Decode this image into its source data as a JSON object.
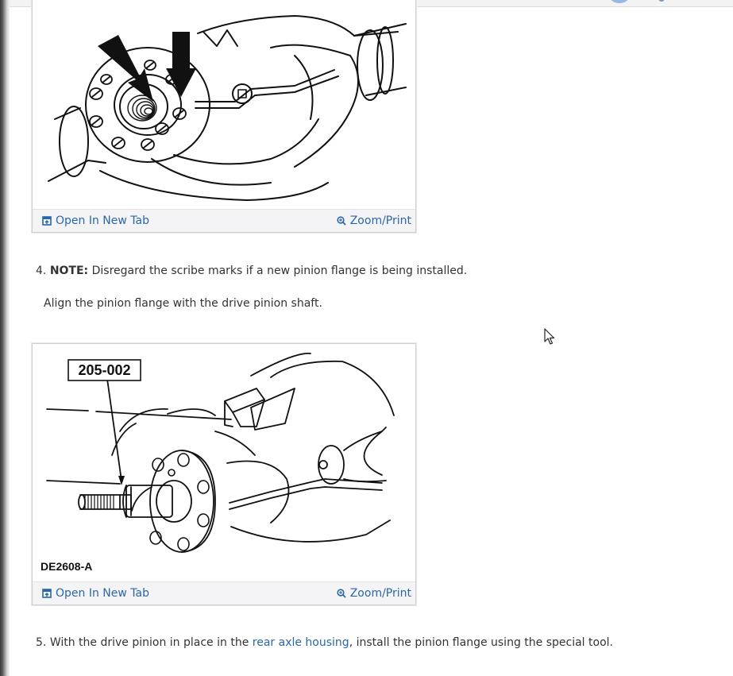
{
  "figures": [
    {
      "open_label": "Open In New Tab",
      "zoom_label": "Zoom/Print"
    },
    {
      "callout_label": "205-002",
      "figure_code": "DE2608-A",
      "open_label": "Open In New Tab",
      "zoom_label": "Zoom/Print"
    }
  ],
  "steps": [
    {
      "number": "4.",
      "note_label": "NOTE:",
      "note_text": "Disregard the scribe marks if a new pinion flange is being installed.",
      "instruction": "Align the pinion flange with the drive pinion shaft."
    },
    {
      "number": "5.",
      "text_before": "With the drive pinion in place in the",
      "link_text": "rear axle housing",
      "text_after": ", install the pinion flange using the special tool."
    }
  ],
  "colors": {
    "link": "#2a67a8",
    "text": "#333333",
    "footer_bg": "#f4f4f6"
  },
  "icons": {
    "open": "open-in-new-tab-icon",
    "zoom": "zoom-magnifier-icon",
    "cursor": "mouse-pointer-icon"
  }
}
